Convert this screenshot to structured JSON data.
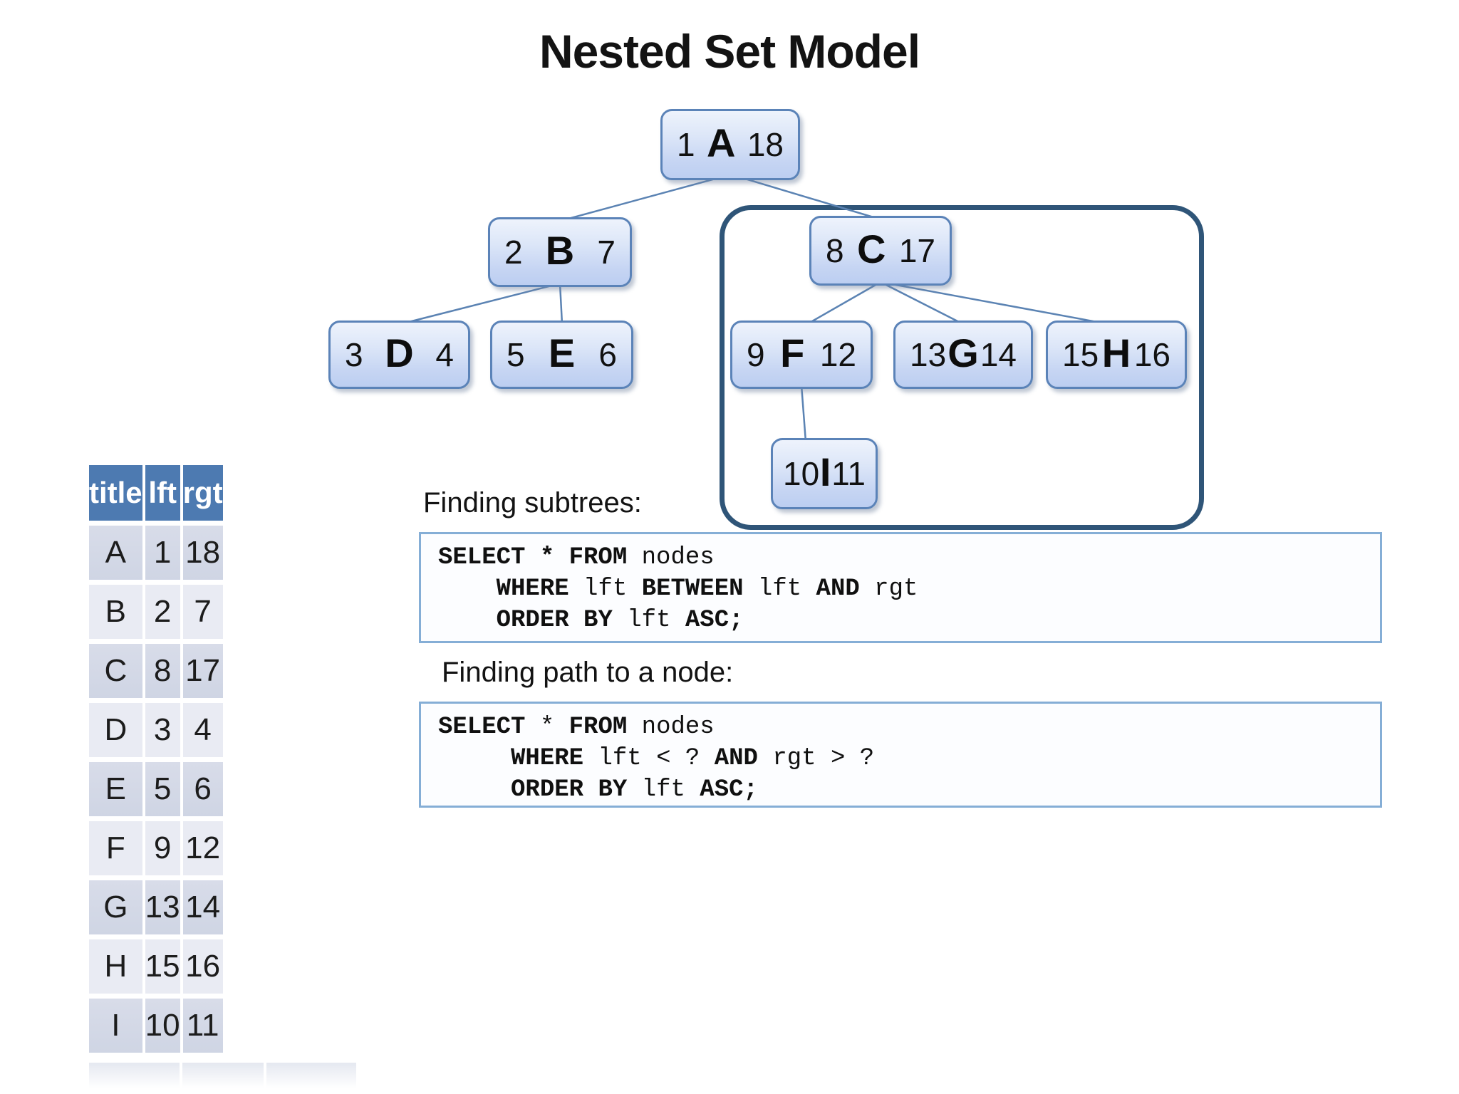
{
  "title": "Nested Set Model",
  "tree": {
    "nodes": {
      "A": {
        "lft": "1",
        "label": "A",
        "rgt": "18"
      },
      "B": {
        "lft": "2",
        "label": "B",
        "rgt": "7"
      },
      "C": {
        "lft": "8",
        "label": "C",
        "rgt": "17"
      },
      "D": {
        "lft": "3",
        "label": "D",
        "rgt": "4"
      },
      "E": {
        "lft": "5",
        "label": "E",
        "rgt": "6"
      },
      "F": {
        "lft": "9",
        "label": "F",
        "rgt": "12"
      },
      "G": {
        "lft": "13",
        "label": "G",
        "rgt": "14"
      },
      "H": {
        "lft": "15",
        "label": "H",
        "rgt": "16"
      },
      "I": {
        "lft": "10",
        "label": "I",
        "rgt": "11"
      }
    },
    "edges": [
      [
        "A",
        "B"
      ],
      [
        "A",
        "C"
      ],
      [
        "B",
        "D"
      ],
      [
        "B",
        "E"
      ],
      [
        "C",
        "F"
      ],
      [
        "C",
        "G"
      ],
      [
        "C",
        "H"
      ],
      [
        "F",
        "I"
      ]
    ],
    "highlighted_subtree_root": "C"
  },
  "table": {
    "headers": [
      "title",
      "lft",
      "rgt"
    ],
    "rows": [
      {
        "title": "A",
        "lft": "1",
        "rgt": "18"
      },
      {
        "title": "B",
        "lft": "2",
        "rgt": "7"
      },
      {
        "title": "C",
        "lft": "8",
        "rgt": "17"
      },
      {
        "title": "D",
        "lft": "3",
        "rgt": "4"
      },
      {
        "title": "E",
        "lft": "5",
        "rgt": "6"
      },
      {
        "title": "F",
        "lft": "9",
        "rgt": "12"
      },
      {
        "title": "G",
        "lft": "13",
        "rgt": "14"
      },
      {
        "title": "H",
        "lft": "15",
        "rgt": "16"
      },
      {
        "title": "I",
        "lft": "10",
        "rgt": "11"
      }
    ]
  },
  "sections": {
    "subtrees_label": "Finding subtrees:",
    "path_label": "Finding path to a node:"
  },
  "sql_subtrees_lines": [
    [
      [
        "SELECT * FROM",
        1
      ],
      [
        " nodes",
        0
      ]
    ],
    [
      [
        "    ",
        0
      ],
      [
        "WHERE",
        1
      ],
      [
        " lft ",
        0
      ],
      [
        "BETWEEN",
        1
      ],
      [
        " lft ",
        0
      ],
      [
        "AND",
        1
      ],
      [
        " rgt",
        0
      ]
    ],
    [
      [
        "    ",
        0
      ],
      [
        "ORDER BY",
        1
      ],
      [
        " lft ",
        0
      ],
      [
        "ASC;",
        1
      ]
    ]
  ],
  "sql_path_lines": [
    [
      [
        "SELECT",
        1
      ],
      [
        " * ",
        0
      ],
      [
        "FROM",
        1
      ],
      [
        " nodes",
        0
      ]
    ],
    [
      [
        "     ",
        0
      ],
      [
        "WHERE",
        1
      ],
      [
        " lft < ? ",
        0
      ],
      [
        "AND",
        1
      ],
      [
        " rgt > ?",
        0
      ]
    ],
    [
      [
        "     ",
        0
      ],
      [
        "ORDER BY",
        1
      ],
      [
        " lft ",
        0
      ],
      [
        "ASC;",
        1
      ]
    ]
  ],
  "colors": {
    "table_header_bg": "#4d7ab1",
    "table_row_odd": "#d3d8e6",
    "table_row_even": "#e9ebf3",
    "node_border": "#5b83b8",
    "node_fill_top": "#eef3fc",
    "node_fill_bottom": "#bccef1",
    "subtree_frame": "#2f5578",
    "edge_line": "#5b83b3",
    "sql_box_border": "#85aed6"
  }
}
